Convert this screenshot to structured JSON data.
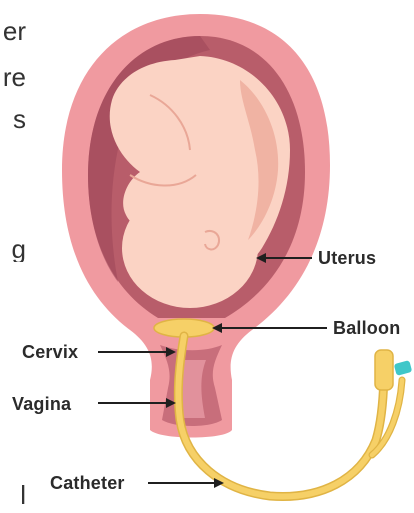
{
  "cropped_text_fragments": [
    "er",
    "re",
    "s",
    "g",
    "l"
  ],
  "labels": {
    "uterus": "Uterus",
    "balloon": "Balloon",
    "cervix": "Cervix",
    "vagina": "Vagina",
    "catheter": "Catheter"
  },
  "colors": {
    "uterus_wall": "#f09aa0",
    "uterus_inner": "#b85d6a",
    "fetus_skin": "#fbd3c4",
    "fetus_shadow": "#f0b3a3",
    "catheter": "#f6d067",
    "catheter_outline": "#e0b445",
    "catheter_tip": "#3fc7c9",
    "label_text": "#2b2b2b"
  }
}
